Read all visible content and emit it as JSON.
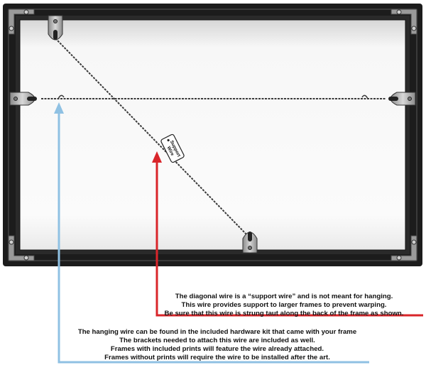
{
  "tag_label": [
    "Support",
    "Wire"
  ],
  "support_note": [
    "The diagonal wire is a “support wire” and is not meant for hanging.",
    "This wire provides support to larger frames to prevent warping.",
    "Be sure that this wire is strung taut along the back of the frame as shown."
  ],
  "hanging_note": [
    "The hanging wire can be found in the included hardware kit that came with your frame",
    "The brackets needed to attach this wire are included as well.",
    "Frames with included prints will feature the wire already attached.",
    "Frames without prints will require the wire to be installed after the art."
  ],
  "colors": {
    "frame": "#1c1c1c",
    "frame_highlight": "#3a3a3a",
    "panel": "#f2f2f2",
    "support_arrow": "#d9252a",
    "hanging_arrow": "#8fc1e3",
    "wire": "#3a3a3a"
  }
}
